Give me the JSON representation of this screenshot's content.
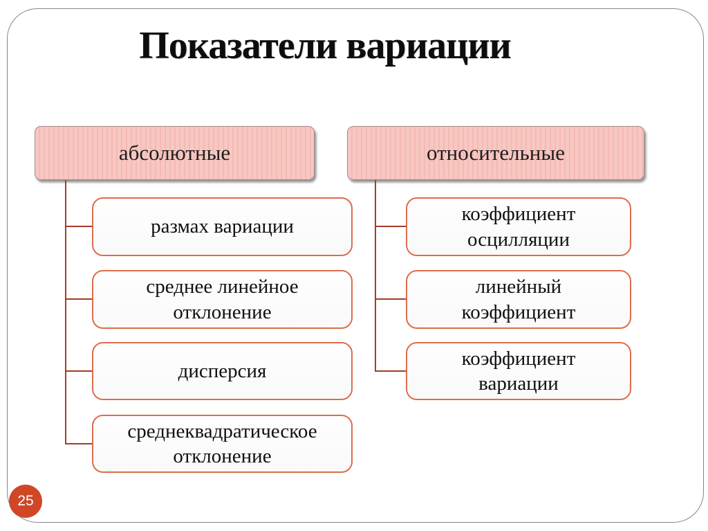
{
  "slide": {
    "title": "Показатели вариации",
    "page_number": "25",
    "colors": {
      "header_fill": "#f8c7c1",
      "header_fill_stripe": "#f3bab4",
      "child_box_border": "#dd6c4c",
      "connector": "#a63c26",
      "page_circle": "#cf4727",
      "card_border": "#858585"
    },
    "tree": {
      "branches": [
        {
          "header": "абсолютные",
          "children": [
            "размах вариации",
            "среднее линейное отклонение",
            "дисперсия",
            "среднеквадратическое отклонение"
          ]
        },
        {
          "header": "относительные",
          "children": [
            "коэффициент осцилляции",
            "линейный коэффициент",
            "коэффициент вариации"
          ]
        }
      ]
    }
  }
}
